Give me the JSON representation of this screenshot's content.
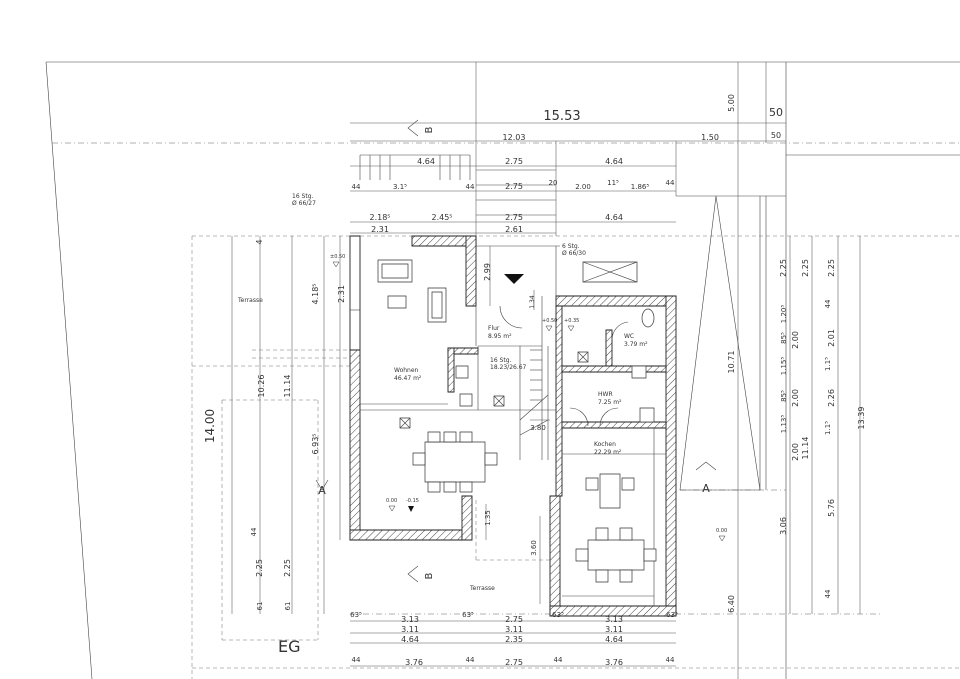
{
  "plan": {
    "level": "EG",
    "overall_width": "15.53",
    "top_dims": {
      "overall_b": "12.03",
      "right_a": "1.50",
      "right_b": "50",
      "right_c": "50",
      "top_gap": "5.00",
      "row1": [
        "4.64",
        "2.75",
        "4.64"
      ],
      "row2": [
        "44",
        "3.1⁵",
        "44",
        "2.75",
        "20",
        "2.00",
        "11⁵",
        "1.86⁵",
        "44"
      ],
      "row3": [
        "2.18⁵",
        "2.45⁵",
        "2.75",
        "4.64"
      ],
      "row4": [
        "2.31",
        "2.61"
      ]
    },
    "bottom_dims": {
      "row1": [
        "63⁵",
        "3.13",
        "63⁵",
        "2.75",
        "63⁵",
        "3.13",
        "63⁵"
      ],
      "row2": [
        "3.11",
        "3.11",
        "3.11"
      ],
      "row3": [
        "4.64",
        "2.35",
        "4.64"
      ],
      "row4": [
        "44",
        "3.76",
        "44",
        "2.75",
        "44",
        "3.76",
        "44"
      ]
    },
    "left_dims": {
      "outer": "14.00",
      "a": "10.26",
      "b": "11.14",
      "c": "4.18⁵",
      "d": "6.93⁵",
      "e": "2.31",
      "f": "44",
      "g": "2.25",
      "h": "2.25",
      "i": "61",
      "j": "61",
      "k": "4"
    },
    "right_dims": {
      "a": "2.25",
      "b": "2.25",
      "c": "2.25",
      "d": "1.20⁵",
      "e": "44",
      "f": "2.01",
      "g": "2.00",
      "h": "85⁵",
      "i": "1.15⁵",
      "j": "1.1⁵",
      "k": "2.00",
      "l": "2.26",
      "m": "85⁵",
      "n": "1.13⁵",
      "o": "1.1⁵",
      "p": "2.00",
      "q": "11.14",
      "r": "10.71",
      "s": "13.39",
      "t": "3.06",
      "u": "5.76",
      "v": "44",
      "w": "6.40"
    },
    "inner_dims": {
      "stair_width": "2.99",
      "door_small": "1.34",
      "hall_a": "3.80",
      "hall_b": "1.35",
      "hall_c": "3.60"
    },
    "rooms": {
      "wohnen": {
        "name": "Wohnen",
        "area": "46.47 m²"
      },
      "flur": {
        "name": "Flur",
        "area": "8.95 m²"
      },
      "wc": {
        "name": "WC",
        "area": "3.79 m²"
      },
      "stairs_eg": {
        "name": "16 Stg.",
        "ratio": "18.23/26.67"
      },
      "stairs_top": {
        "name": "6 Stg.",
        "ratio": "Ø 66/30"
      },
      "stairs_ext": {
        "name": "16 Stg.",
        "ratio": "Ø 66/27"
      },
      "hwr": {
        "name": "HWR",
        "area": "7.25 m²"
      },
      "kochen": {
        "name": "Kochen",
        "area": "22.29 m²"
      },
      "terrasse_left": {
        "name": "Terrasse"
      },
      "terrasse_bottom": {
        "name": "Terrasse"
      }
    },
    "levels": {
      "lv1": "±0.50",
      "lv2": "+0.50",
      "lv3": "+0.35",
      "lv4": "0.00",
      "lv5": "-0.15",
      "lv6": "0.00"
    },
    "section_marks": [
      "B",
      "B",
      "A",
      "A"
    ]
  }
}
